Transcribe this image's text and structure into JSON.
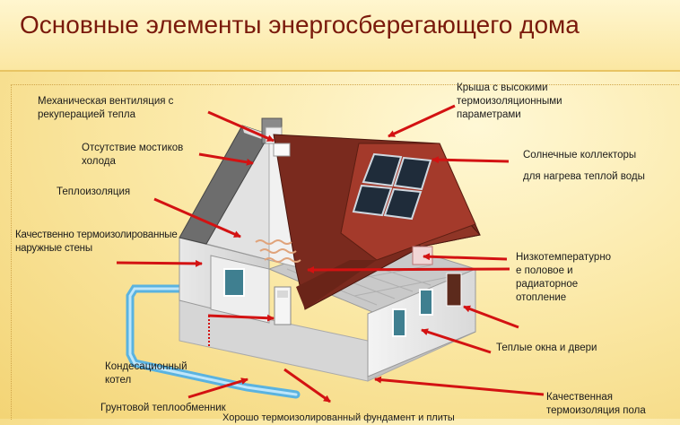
{
  "page": {
    "title": "Основные элементы энергосберегающего дома"
  },
  "labels": {
    "ventilation": "Механическая вентиляция с\nрекуперацией тепла",
    "no_bridges": "Отсутствие мостиков\nхолода",
    "insulation": "Теплоизоляция",
    "walls": "Качественно термоизолированные\nнаружные стены",
    "boiler": "Кондесационный\nкотел",
    "ground_exchanger": "Грунтовой теплообменник",
    "roof": "Крыша с высокими\nтермоизоляционными\nпараметрами",
    "collectors_1": "Солнечные коллекторы",
    "collectors_2": "для нагрева теплой воды",
    "heating": "Низкотемпературно\nе половое и\nрадиаторное\nотопление",
    "windows": "Теплые окна и двери",
    "floor": "Качественная\nтермоизоляция пола",
    "foundation_cut": "Хорошо термоизолированный фундамент и плиты"
  },
  "colors": {
    "title": "#7a1a0c",
    "arrow": "#d31212",
    "roof": "#7a2a1e",
    "pipe": "#6ec1ea"
  }
}
